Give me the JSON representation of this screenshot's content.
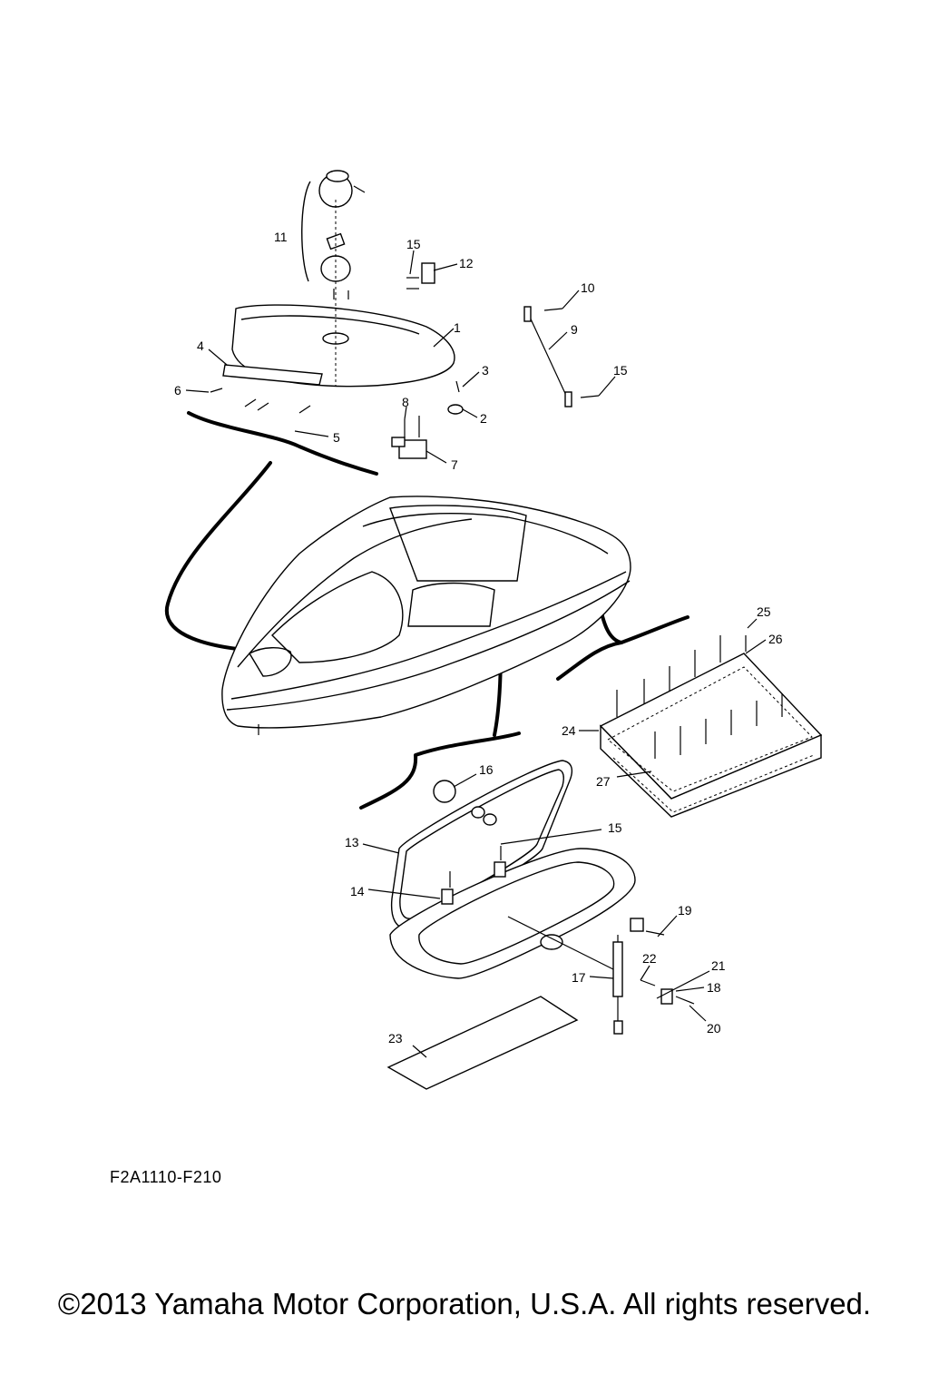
{
  "diagram": {
    "code": "F2A1110-F210",
    "copyright": "©2013 Yamaha Motor Corporation, U.S.A. All rights reserved.",
    "callouts": [
      "1",
      "2",
      "3",
      "4",
      "5",
      "6",
      "7",
      "8",
      "9",
      "10",
      "11",
      "12",
      "13",
      "14",
      "15",
      "15",
      "15",
      "16",
      "17",
      "18",
      "19",
      "20",
      "21",
      "22",
      "23",
      "24",
      "25",
      "26",
      "27"
    ]
  }
}
